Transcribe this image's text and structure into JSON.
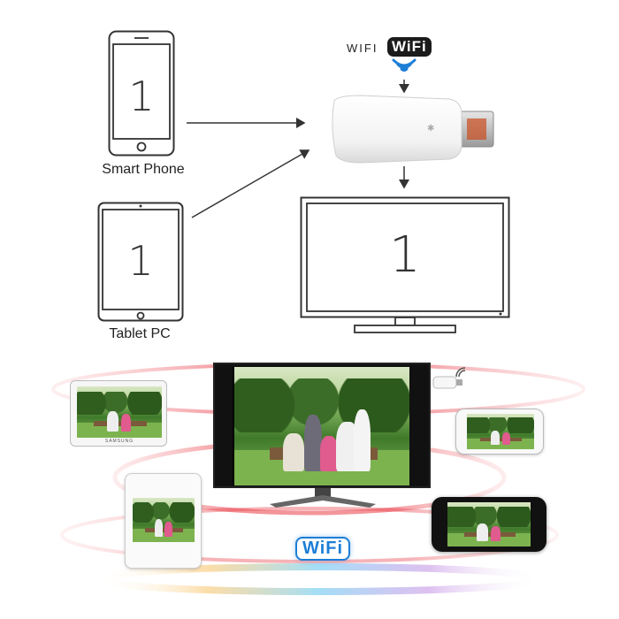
{
  "top_diagram": {
    "phone": {
      "screen_number": "1",
      "caption": "Smart Phone"
    },
    "tablet": {
      "screen_number": "1",
      "caption": "Tablet PC"
    },
    "tv": {
      "screen_number": "1"
    },
    "wifi_label": {
      "word": "WIFI",
      "badge": "WiFi"
    }
  },
  "bottom_scene": {
    "wifi_badge": "WiFi",
    "tablet_brand": "SAMSUNG"
  },
  "colors": {
    "wifi_blue": "#1d7ed6",
    "line": "#333333",
    "ring_red": "#e9424b"
  }
}
